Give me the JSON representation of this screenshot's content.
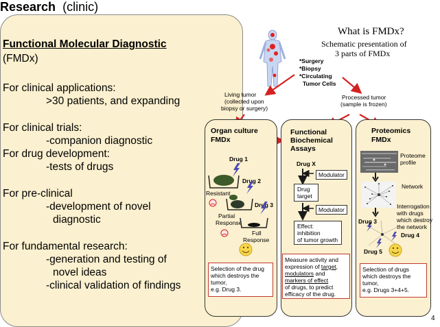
{
  "slide": {
    "title_bold": "Research",
    "title_rest": "(clinic)",
    "page_number": "4"
  },
  "left": {
    "heading": "Functional Molecular Diagnostic",
    "abbr": "(FMDx)",
    "lines": [
      "For clinical applications:",
      ">30 patients, and expanding",
      "For clinical trials:",
      "-companion diagnostic",
      "For drug development:",
      "-tests of drugs",
      "For pre-clinical",
      "-development of novel",
      "diagnostic",
      "For fundamental research:",
      "-generation and testing of",
      "novel ideas",
      "-clinical validation of findings"
    ]
  },
  "diagram": {
    "title": "What is FMDx?",
    "subtitle_1": "Schematic presentation of",
    "subtitle_2": "3 parts of FMDx",
    "sources": [
      "*Surgery",
      "*Biopsy",
      "*Circulating",
      "Tumor Cells"
    ],
    "living_tumor": [
      "Living tumor",
      "(collected upon",
      "biopsy or surgery)"
    ],
    "processed_tumor": [
      "Processed tumor",
      "(sample is frozen)"
    ],
    "col1": {
      "title_1": "Organ culture",
      "title_2": "FMDx",
      "drug1": "Drug 1",
      "drug2": "Drug 2",
      "drug3": "Drug 3",
      "resistant": "Resistant",
      "partial_1": "Partial",
      "partial_2": "Response",
      "full_1": "Full",
      "full_2": "Response",
      "summary": [
        "Selection of the drug",
        "which destroys the",
        "tumor,",
        "e.g. Drug 3."
      ]
    },
    "col2": {
      "title_1": "Functional",
      "title_2": "Biochemical",
      "title_3": "Assays",
      "drug_x": "Drug X",
      "modulator_1": "Modulator",
      "modulator_2": "Modulator",
      "drug_target_1": "Drug",
      "drug_target_2": "target",
      "effect": [
        "Effect:",
        "inhibition",
        "of tumor growth"
      ],
      "summary_1": "Measure activity and",
      "summary_2a": "expression of ",
      "summary_2b": "target",
      "summary_2c": ",",
      "summary_3a": "modulators",
      "summary_3b": " and",
      "summary_4a": "markers of effect",
      "summary_5": "of drugs, to predict",
      "summary_6": "efficacy of the drug."
    },
    "col3": {
      "title_1": "Proteomics",
      "title_2": "FMDx",
      "proteome_1": "Proteome",
      "proteome_2": "profile",
      "network": "Network",
      "interrogation": [
        "Interrogation",
        "with drugs",
        "which destroy",
        "the network"
      ],
      "drug3": "Drug 3",
      "drug4": "Drug 4",
      "drug5": "Drug 5",
      "summary": [
        "Selection of drugs",
        "which destroys the",
        "tumor,",
        "e.g. Drugs 3+4+5."
      ]
    }
  },
  "colors": {
    "arrow_red": "#d62020",
    "panel": "#fbf0cf",
    "border": "#333333"
  }
}
